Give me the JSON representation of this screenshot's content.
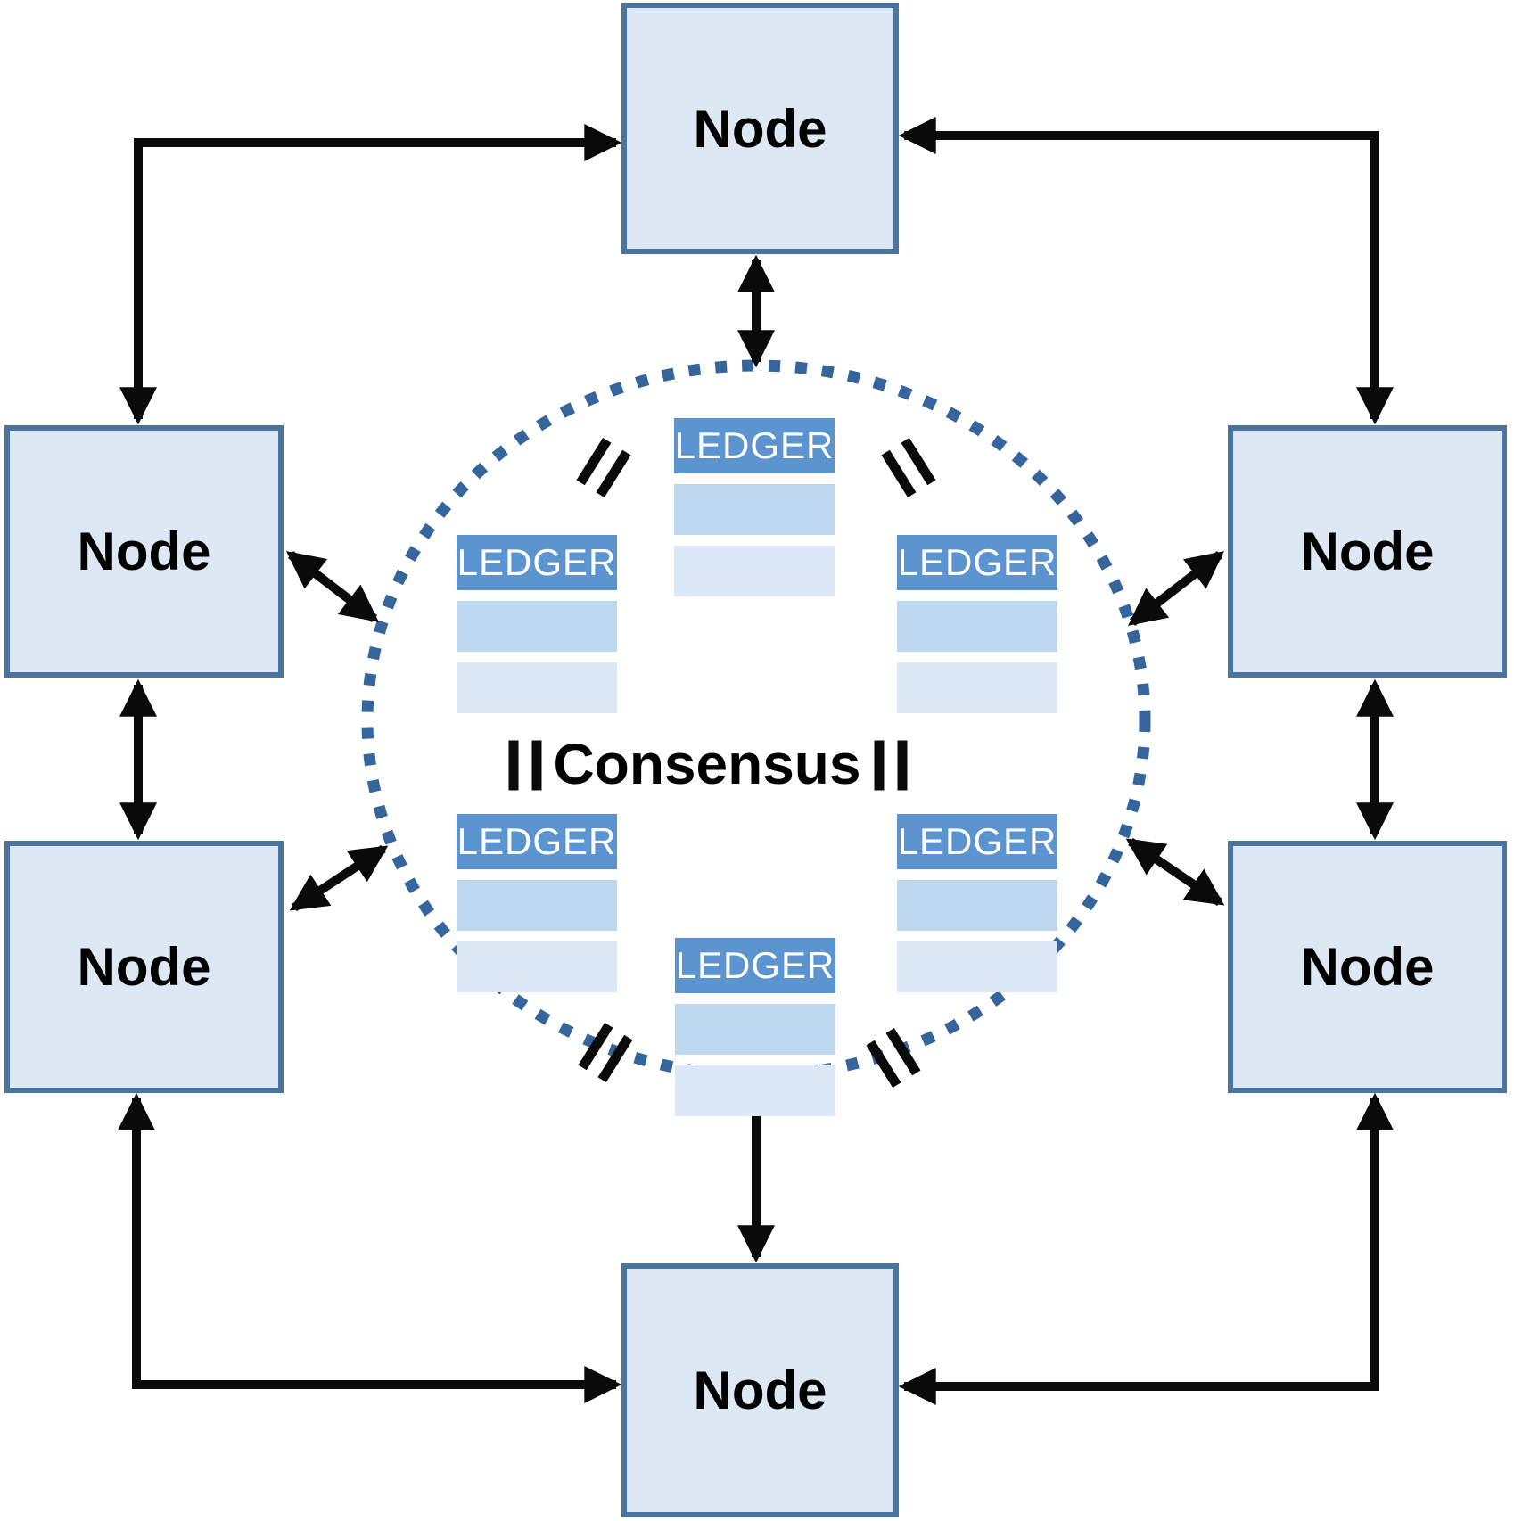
{
  "diagram": {
    "center_label": "Consensus",
    "nodes": [
      {
        "id": "top",
        "label": "Node"
      },
      {
        "id": "upper-left",
        "label": "Node"
      },
      {
        "id": "upper-right",
        "label": "Node"
      },
      {
        "id": "lower-left",
        "label": "Node"
      },
      {
        "id": "lower-right",
        "label": "Node"
      },
      {
        "id": "bottom",
        "label": "Node"
      }
    ],
    "ledgers": [
      {
        "id": "top-center",
        "label": "LEDGER"
      },
      {
        "id": "mid-left",
        "label": "LEDGER"
      },
      {
        "id": "mid-right",
        "label": "LEDGER"
      },
      {
        "id": "low-left",
        "label": "LEDGER"
      },
      {
        "id": "low-right",
        "label": "LEDGER"
      },
      {
        "id": "bottom-center",
        "label": "LEDGER"
      }
    ],
    "equals_signs": 6,
    "colors": {
      "node_fill": "#dde8f4",
      "node_border": "#4a74a0",
      "ledger_header": "#5b94cf",
      "ledger_header_text": "#ffffff",
      "ledger_row_mid": "#bdd7ee",
      "ledger_row_light": "#dce8f5",
      "circle_dots": "#36659c",
      "arrow": "#0a0a0a",
      "background": "#ffffff",
      "text": "#000000"
    }
  }
}
